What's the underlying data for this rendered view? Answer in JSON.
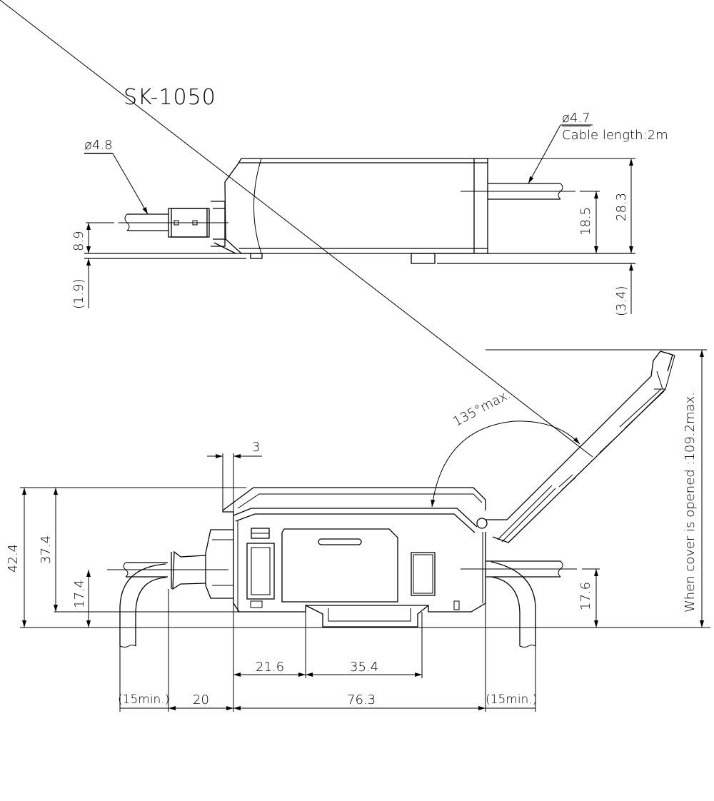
{
  "title": "SK-1050",
  "colors": {
    "line": "#000000",
    "background": "#ffffff"
  },
  "side_view": {
    "left_cable": {
      "label": "ø4.8"
    },
    "right_cable": {
      "diameter": "ø4.7",
      "length": "Cable length:2m"
    },
    "dims": {
      "left_height": "8.9",
      "left_foot": "(1.9)",
      "right_center": "18.5",
      "right_total": "28.3",
      "right_foot": "(3.4)"
    }
  },
  "front_view": {
    "dims": {
      "overhang": "3",
      "total_height": "42.4",
      "body_height": "37.4",
      "left_cable_height": "17.4",
      "right_cable_height": "17.6",
      "rail_offset": "21.6",
      "rail_width": "35.4",
      "left_bend": "(15min.)",
      "connector_length": "20",
      "body_length": "76.3",
      "right_bend": "(15min.)",
      "cover_angle": "135°max.",
      "cover_open_height": "When cover is opened :109.2max."
    }
  }
}
